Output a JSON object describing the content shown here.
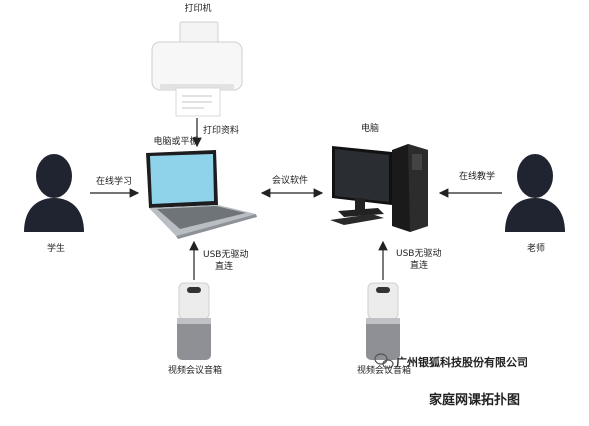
{
  "labels": {
    "printer": "打印机",
    "print_data": "打印资料",
    "laptop": "电脑或平板",
    "desktop": "电脑",
    "online_learning": "在线学习",
    "meeting_software": "会议软件",
    "online_teaching": "在线教学",
    "student": "学生",
    "teacher": "老师",
    "usb_left": "USB无驱动",
    "direct_left": "直连",
    "usb_right": "USB无驱动",
    "direct_right": "直连",
    "speaker_left": "视频会议音箱",
    "speaker_right": "视频会议音箱"
  },
  "watermark": "广州银狐科技股份有限公司",
  "title": "家庭网课拓扑图",
  "colors": {
    "person": "#1f2430",
    "arrow": "#222222",
    "screen": "#8fd3ea",
    "laptop_body": "#b9bec4",
    "desktop_dark": "#1a1a1a",
    "speaker_top": "#e8e8e8",
    "speaker_bottom": "#8e9096"
  }
}
